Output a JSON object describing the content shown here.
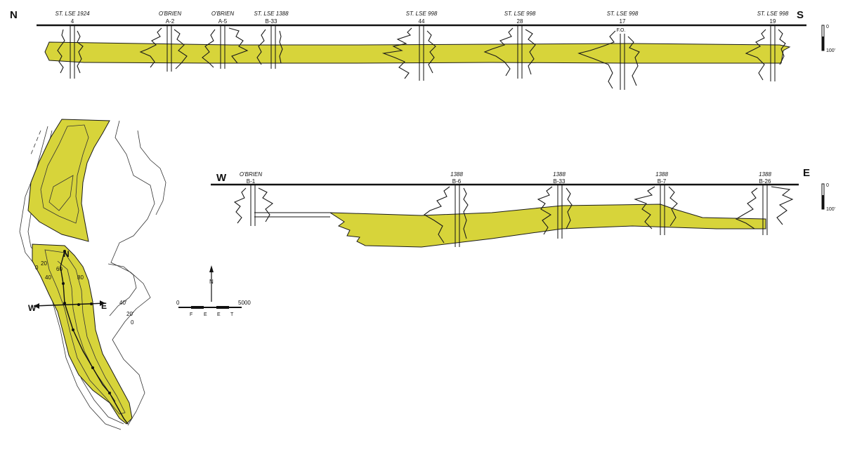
{
  "colors": {
    "sand": "#d7d43a",
    "ink": "#111111",
    "paper": "#ffffff"
  },
  "ns_section": {
    "left_end": "N",
    "right_end": "S",
    "wells": [
      {
        "lease": "ST. LSE 1924",
        "num": "4"
      },
      {
        "lease": "O'BRIEN",
        "num": "A-2"
      },
      {
        "lease": "O'BRIEN",
        "num": "A-5"
      },
      {
        "lease": "ST. LSE 1388",
        "num": "B-33"
      },
      {
        "lease": "ST. LSE 998",
        "num": "44"
      },
      {
        "lease": "ST. LSE 998",
        "num": "28"
      },
      {
        "lease": "ST. LSE 998",
        "num": "17"
      },
      {
        "lease": "ST. LSE 998",
        "num": "19"
      }
    ],
    "note": "F.O.",
    "scale": {
      "top": "0",
      "bottom": "100'"
    }
  },
  "we_section": {
    "left_end": "W",
    "right_end": "E",
    "wells": [
      {
        "lease": "O'BRIEN",
        "num": "B-1"
      },
      {
        "lease": "1388",
        "num": "B-6"
      },
      {
        "lease": "1388",
        "num": "B-33"
      },
      {
        "lease": "1388",
        "num": "B-7"
      },
      {
        "lease": "1388",
        "num": "B-26"
      }
    ],
    "scale": {
      "top": "0",
      "bottom": "100'"
    }
  },
  "map": {
    "labels": {
      "north": "N",
      "west": "W",
      "east": "E"
    },
    "contours": [
      "0",
      "20",
      "40",
      "60",
      "80",
      "40'",
      "20'",
      "0"
    ],
    "north_arrow": "N",
    "scale_bar": {
      "start": "0",
      "end": "5000",
      "unit_letters": [
        "F",
        "E",
        "E",
        "T"
      ]
    }
  }
}
